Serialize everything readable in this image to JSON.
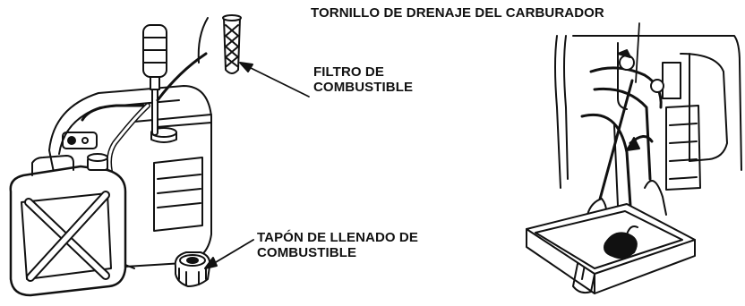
{
  "labels": {
    "carburetor_drain_screw": "TORNILLO DE DRENAJE DEL CARBURADOR",
    "fuel_filter_line1": "FILTRO DE",
    "fuel_filter_line2": "COMBUSTIBLE",
    "fuel_cap_line1": "TAPÓN DE LLENADO DE",
    "fuel_cap_line2": "COMBUSTIBLE"
  },
  "colors": {
    "ink": "#111111",
    "background": "#ffffff"
  }
}
